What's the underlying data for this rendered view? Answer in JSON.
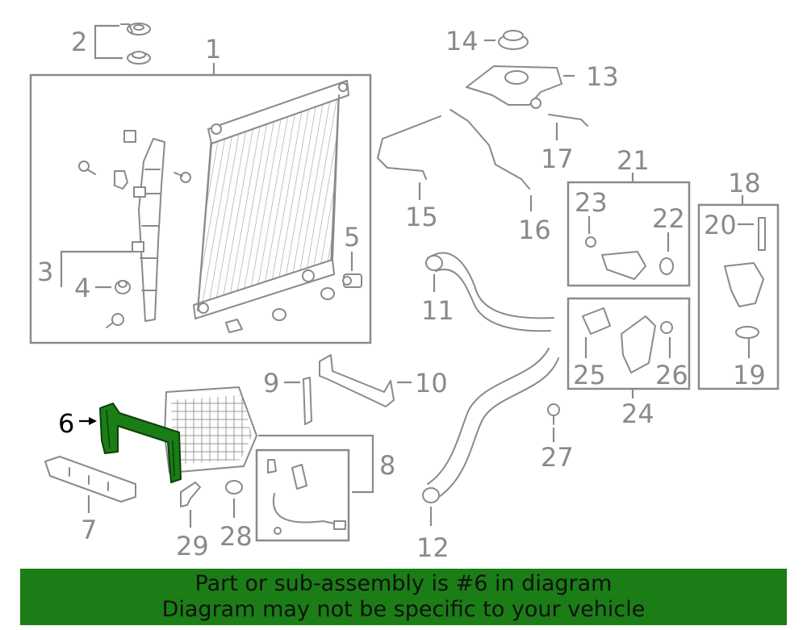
{
  "highlight_color": "#1b7d16",
  "callouts": {
    "c1": "1",
    "c2": "2",
    "c3": "3",
    "c4": "4",
    "c5": "5",
    "c6": "6",
    "c7": "7",
    "c8": "8",
    "c9": "9",
    "c10": "10",
    "c11": "11",
    "c12": "12",
    "c13": "13",
    "c14": "14",
    "c15": "15",
    "c16": "16",
    "c17": "17",
    "c18": "18",
    "c19": "19",
    "c20": "20",
    "c21": "21",
    "c22": "22",
    "c23": "23",
    "c24": "24",
    "c25": "25",
    "c26": "26",
    "c27": "27",
    "c28": "28",
    "c29": "29"
  },
  "banner": {
    "line1": "Part or sub-assembly is #6 in diagram",
    "line2": "Diagram may not be specific to your vehicle"
  }
}
